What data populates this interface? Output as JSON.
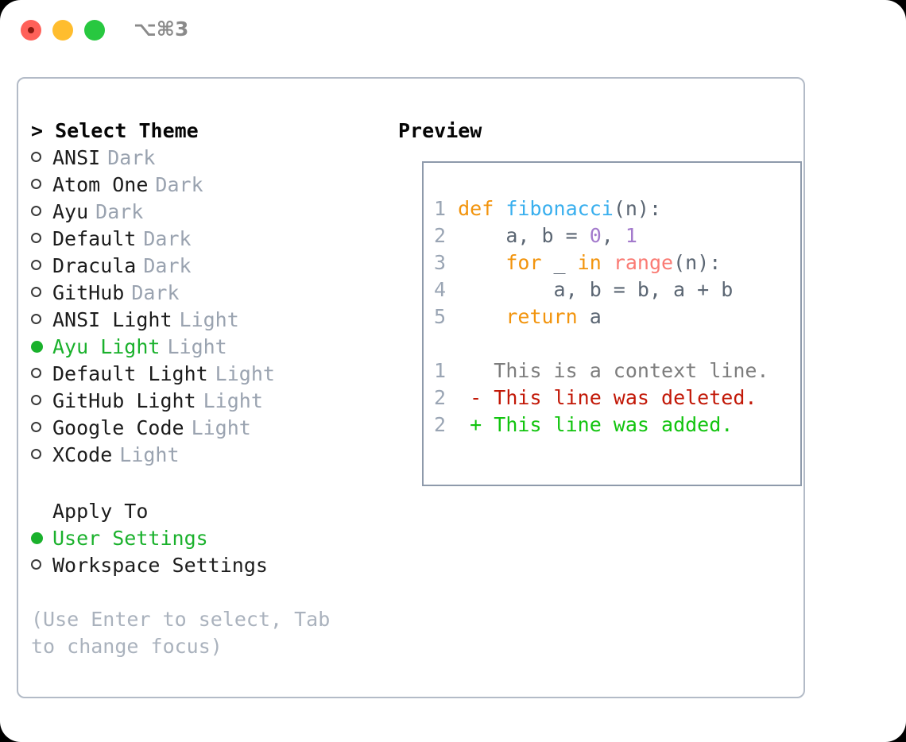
{
  "window": {
    "shortcut_label": "⌥⌘3",
    "traffic_lights": [
      "close-red",
      "minimize-amber",
      "maximize-green"
    ]
  },
  "theme_picker": {
    "header": "> Select Theme",
    "items": [
      {
        "marker": "o",
        "name": "ANSI",
        "tag": "Dark",
        "selected": false
      },
      {
        "marker": "o",
        "name": "Atom One",
        "tag": "Dark",
        "selected": false
      },
      {
        "marker": "o",
        "name": "Ayu",
        "tag": "Dark",
        "selected": false
      },
      {
        "marker": "o",
        "name": "Default",
        "tag": "Dark",
        "selected": false
      },
      {
        "marker": "o",
        "name": "Dracula",
        "tag": "Dark",
        "selected": false
      },
      {
        "marker": "o",
        "name": "GitHub",
        "tag": "Dark",
        "selected": false
      },
      {
        "marker": "o",
        "name": "ANSI Light",
        "tag": "Light",
        "selected": false
      },
      {
        "marker": "●",
        "name": "Ayu Light",
        "tag": "Light",
        "selected": true
      },
      {
        "marker": "o",
        "name": "Default Light",
        "tag": "Light",
        "selected": false
      },
      {
        "marker": "o",
        "name": "GitHub Light",
        "tag": "Light",
        "selected": false
      },
      {
        "marker": "o",
        "name": "Google Code",
        "tag": "Light",
        "selected": false
      },
      {
        "marker": "o",
        "name": "XCode",
        "tag": "Light",
        "selected": false
      }
    ]
  },
  "apply_to": {
    "header": "Apply To",
    "items": [
      {
        "marker": "●",
        "name": "User Settings",
        "selected": true
      },
      {
        "marker": "o",
        "name": "Workspace Settings",
        "selected": false
      }
    ]
  },
  "hint": "(Use Enter to select, Tab to change focus)",
  "preview": {
    "title": "Preview",
    "code_lines": [
      {
        "number": "1",
        "tokens": [
          {
            "text": "def ",
            "type": "keyword"
          },
          {
            "text": "fibonacci",
            "type": "function"
          },
          {
            "text": "(n):",
            "type": "punctuation"
          }
        ]
      },
      {
        "number": "2",
        "tokens": [
          {
            "text": "    a, b = ",
            "type": "plain"
          },
          {
            "text": "0",
            "type": "number"
          },
          {
            "text": ", ",
            "type": "plain"
          },
          {
            "text": "1",
            "type": "number"
          }
        ]
      },
      {
        "number": "3",
        "tokens": [
          {
            "text": "    ",
            "type": "plain"
          },
          {
            "text": "for",
            "type": "keyword"
          },
          {
            "text": " _ ",
            "type": "plain"
          },
          {
            "text": "in",
            "type": "keyword"
          },
          {
            "text": " ",
            "type": "plain"
          },
          {
            "text": "range",
            "type": "builtin"
          },
          {
            "text": "(n):",
            "type": "punctuation"
          }
        ]
      },
      {
        "number": "4",
        "tokens": [
          {
            "text": "        a, b = b, a + b",
            "type": "plain"
          }
        ]
      },
      {
        "number": "5",
        "tokens": [
          {
            "text": "    ",
            "type": "plain"
          },
          {
            "text": "return",
            "type": "keyword"
          },
          {
            "text": " a",
            "type": "plain"
          }
        ]
      }
    ],
    "diff_lines": [
      {
        "number": "1",
        "marker": " ",
        "text": "This is a context line.",
        "kind": "context"
      },
      {
        "number": "2",
        "marker": "-",
        "text": "This line was deleted.",
        "kind": "deleted"
      },
      {
        "number": "2",
        "marker": "+",
        "text": "This line was added.",
        "kind": "added"
      }
    ]
  },
  "colors": {
    "accent_green": "#1ab12c",
    "muted_gray": "#9aa3b0",
    "hint_gray": "#aab2bd",
    "border": "#b3bbc7",
    "preview_border": "#8e9aab",
    "keyword": "#f2940d",
    "function": "#39afee",
    "number": "#a37acc",
    "builtin": "#fa7b74",
    "plain": "#5b6673",
    "diff_context": "#7d7d7d",
    "diff_deleted": "#c21807",
    "diff_added": "#12c40f"
  }
}
